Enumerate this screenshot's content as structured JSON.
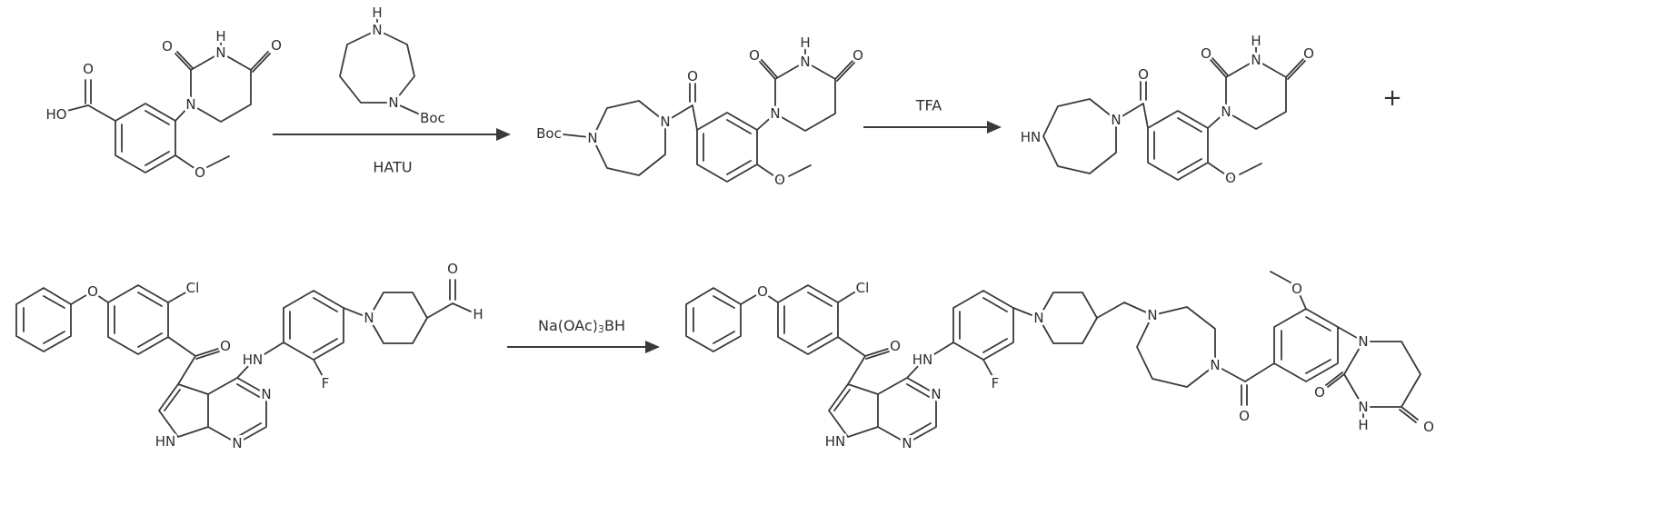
{
  "canvas": {
    "width": "1843",
    "height": "567",
    "background": "#ffffff",
    "ink": "#3a3a3a"
  },
  "reaction": {
    "arrow1_reagent_below": "HATU",
    "arrow2_reagent_above": "TFA",
    "arrow3_reagent_above": {
      "main": "Na(OAc)",
      "sub": "3",
      "tail": "BH"
    },
    "plus_sign": "+"
  },
  "molecules": {
    "a": {
      "role": "reactant",
      "atoms": {
        "ho": "HO",
        "acid_o": "O",
        "c2_o": "O",
        "n3_h": "H",
        "n3_n": "N",
        "c4_o": "O",
        "n1_n": "N",
        "ome_o": "O"
      }
    },
    "amine": {
      "role": "reagent",
      "atoms": {
        "nh_h": "H",
        "nh_n": "N",
        "nboc_n": "N",
        "boc": "Boc"
      }
    },
    "b": {
      "role": "intermediate",
      "atoms": {
        "boc": "Boc",
        "n1_n": "N",
        "n4_n": "N",
        "amide_o": "O",
        "c2_o": "O",
        "n3_h": "H",
        "n3_n": "N",
        "c4_o": "O",
        "u_n1": "N",
        "ome_o": "O"
      }
    },
    "c": {
      "role": "product",
      "atoms": {
        "hn": "HN",
        "n4_n": "N",
        "amide_o": "O",
        "c2_o": "O",
        "n3_h": "H",
        "n3_n": "N",
        "c4_o": "O",
        "u_n1": "N",
        "ome_o": "O"
      }
    },
    "d": {
      "role": "reactant",
      "atoms": {
        "ether_o": "O",
        "cl": "Cl",
        "ketone_o": "O",
        "pyrrole_hn": "HN",
        "pym_n3": "N",
        "pym_n1": "N",
        "anilino_hn": "HN",
        "f": "F",
        "pip_n": "N",
        "cho_o": "O",
        "cho_h": "H"
      }
    },
    "e": {
      "role": "product",
      "atoms": {
        "ether_o": "O",
        "cl": "Cl",
        "ketone_o": "O",
        "pyrrole_hn": "HN",
        "pym_n3": "N",
        "pym_n1": "N",
        "anilino_hn": "HN",
        "f": "F",
        "pip_n": "N",
        "hp_n1": "N",
        "hp_n4": "N",
        "amide_o": "O",
        "ome_o": "O",
        "u_n1": "N",
        "u_c2_o": "O",
        "u_n3": "N",
        "u_n3_h": "H",
        "u_c4_o": "O"
      }
    }
  }
}
